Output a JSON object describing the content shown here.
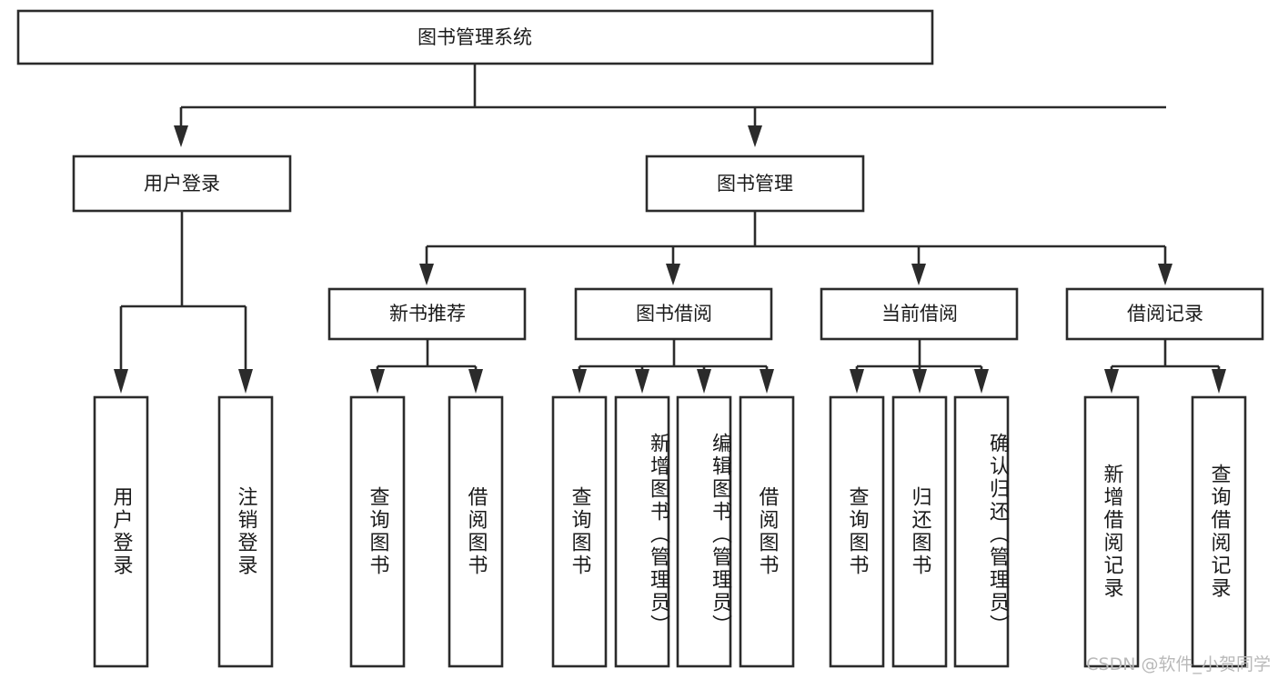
{
  "diagram": {
    "type": "tree",
    "title": "图书管理系统",
    "orientation": "top-down",
    "colors": {
      "box_stroke": "#2b2b2b",
      "box_fill": "#ffffff",
      "connector": "#2b2b2b",
      "text": "#1a1a1a",
      "background": "#ffffff",
      "watermark": "#b9b9b9"
    }
  },
  "root": {
    "label": "图书管理系统"
  },
  "level2": [
    {
      "label": "用户登录"
    },
    {
      "label": "图书管理"
    }
  ],
  "level3": [
    {
      "label": "新书推荐"
    },
    {
      "label": "图书借阅"
    },
    {
      "label": "当前借阅"
    },
    {
      "label": "借阅记录"
    }
  ],
  "leaves": {
    "user_login": [
      {
        "label": "用户登录"
      },
      {
        "label": "注销登录"
      }
    ],
    "new_book_recommend": [
      {
        "label": "查询图书"
      },
      {
        "label": "借阅图书"
      }
    ],
    "book_borrow": [
      {
        "label": "查询图书"
      },
      {
        "label": "新增图书（管理员）"
      },
      {
        "label": "编辑图书（管理员）"
      },
      {
        "label": "借阅图书"
      }
    ],
    "current_borrow": [
      {
        "label": "查询图书"
      },
      {
        "label": "归还图书"
      },
      {
        "label": "确认归还（管理员）"
      }
    ],
    "borrow_record": [
      {
        "label": "新增借阅记录"
      },
      {
        "label": "查询借阅记录"
      }
    ]
  },
  "watermark": {
    "text": "CSDN @软件_小贺同学"
  }
}
